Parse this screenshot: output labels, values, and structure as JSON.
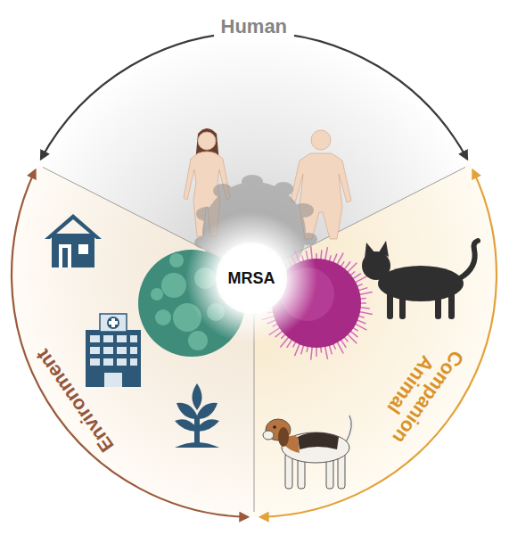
{
  "diagram": {
    "nodes": [
      {
        "text": [
          "Human"
        ]
      },
      {
        "text": [
          "Companion Animal"
        ]
      },
      {
        "text": [
          "Environment"
        ]
      },
      {
        "text": [
          "MRSA"
        ]
      }
    ],
    "edges": [
      {
        "from": 2,
        "to": 1,
        "arrow": "both"
      },
      {
        "from": 0,
        "to": 2,
        "arrow": "both"
      },
      {
        "from": 1,
        "to": 0,
        "arrow": "both"
      }
    ]
  }
}
